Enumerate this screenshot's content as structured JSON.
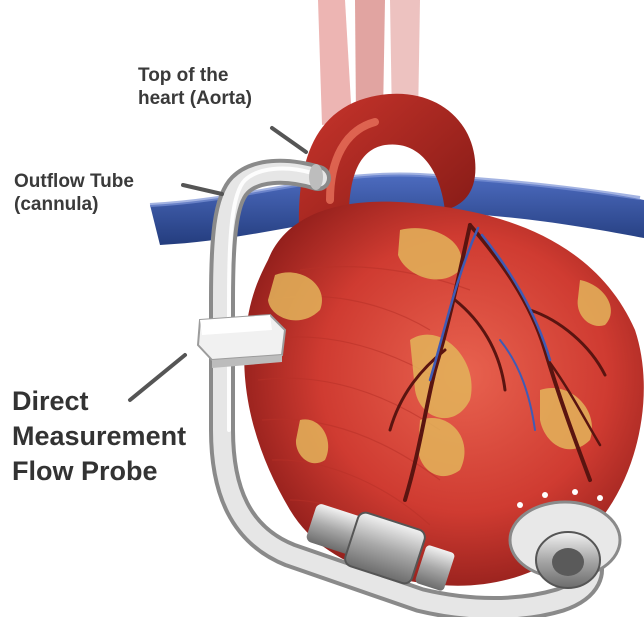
{
  "labels": {
    "aorta": {
      "line1": "Top of the",
      "line2": "heart (Aorta)"
    },
    "outflow": {
      "line1": "Outflow Tube",
      "line2": "(cannula)"
    },
    "probe": {
      "line1": "Direct",
      "line2": "Measurement",
      "line3": "Flow Probe"
    }
  },
  "colors": {
    "heart_muscle": "#d9453a",
    "heart_dark": "#8e1d1a",
    "aorta": "#b82a24",
    "vein_blue": "#2f4f9c",
    "fat_yellow": "#e3b45a",
    "tube_silver": "#d9d9d9",
    "pointer": "#555555"
  },
  "icons": [
    "heart-illustration",
    "aorta-arch",
    "outflow-cannula",
    "flow-probe-clamp",
    "pump-housing"
  ]
}
